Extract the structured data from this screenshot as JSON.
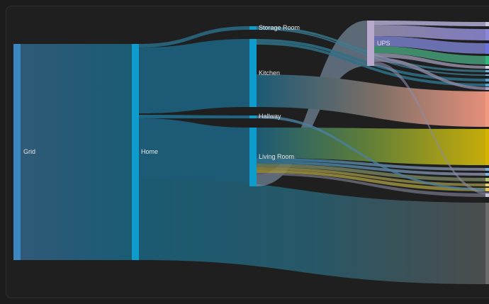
{
  "diagram": {
    "nodes": [
      {
        "id": "grid",
        "label": "Grid",
        "color": "#3a87c2"
      },
      {
        "id": "home",
        "label": "Home",
        "color": "#0e9ccc"
      },
      {
        "id": "storage_room",
        "label": "Storage Room",
        "color": "#0e9ccc"
      },
      {
        "id": "kitchen",
        "label": "Kitchen",
        "color": "#0e9ccc"
      },
      {
        "id": "hallway",
        "label": "Hallway",
        "color": "#0e9ccc"
      },
      {
        "id": "living_room",
        "label": "Living Room",
        "color": "#0e9ccc"
      },
      {
        "id": "ups",
        "label": "UPS",
        "color": "#b9a9cc"
      }
    ]
  },
  "colors": {
    "background": "#1c1c1c",
    "card": "#1f1f1f",
    "link_blue": "#1c5a75",
    "link_yellow": "#d4b400",
    "link_salmon": "#f29a80",
    "link_grey": "#555555",
    "link_purple": "#8a7fb0"
  }
}
